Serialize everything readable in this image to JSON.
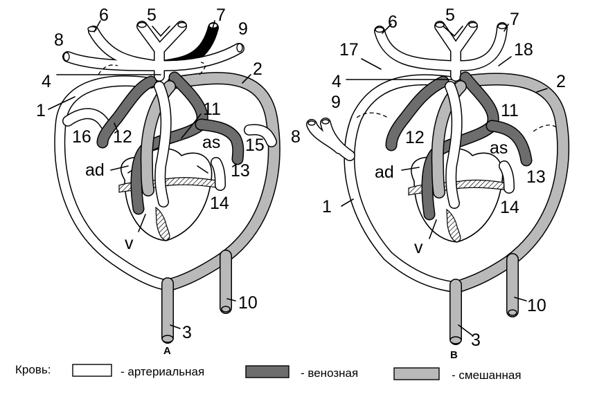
{
  "panels": [
    {
      "caption": "А",
      "labels": [
        "1",
        "2",
        "3",
        "4",
        "5",
        "6",
        "7",
        "8",
        "9",
        "10",
        "11",
        "12",
        "13",
        "14",
        "15",
        "16",
        "ad",
        "as",
        "v"
      ]
    },
    {
      "caption": "В",
      "labels": [
        "1",
        "2",
        "3",
        "4",
        "5",
        "6",
        "7",
        "8",
        "9",
        "10",
        "11",
        "12",
        "13",
        "14",
        "17",
        "18",
        "ad",
        "as",
        "v"
      ]
    }
  ],
  "legend": {
    "title": "Кровь:",
    "items": [
      {
        "text": "- артериальная",
        "fill": "#ffffff"
      },
      {
        "text": "- венозная",
        "fill": "#6d6d6d"
      },
      {
        "text": "- смешанная",
        "fill": "#b9b9b9"
      }
    ]
  }
}
